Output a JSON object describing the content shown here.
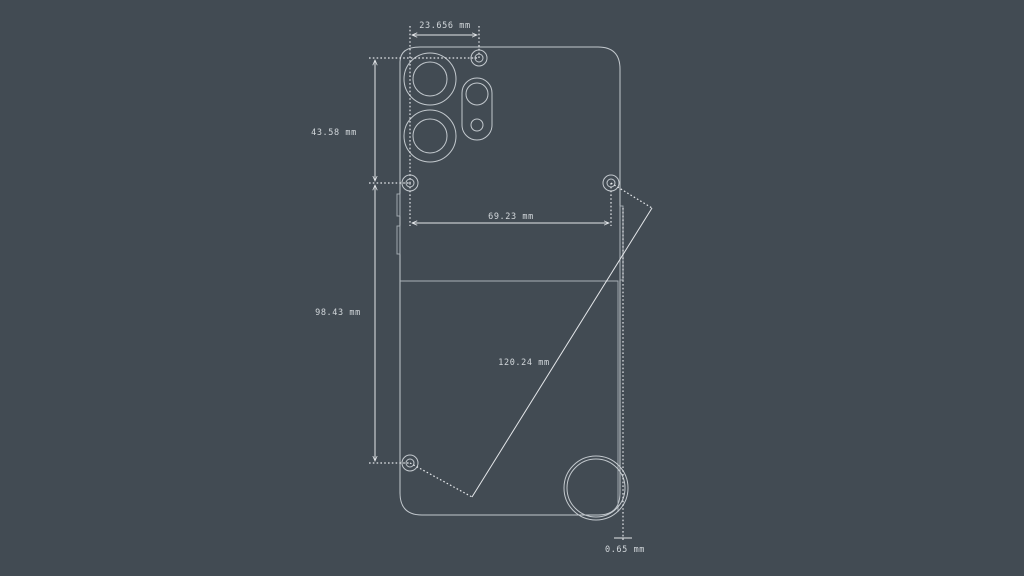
{
  "colors": {
    "background": "#424b53",
    "line": "#c3c9ce",
    "dimension": "#e4e7ea"
  },
  "dimensions": {
    "top_width": "23.656 mm",
    "left_upper": "43.58 mm",
    "mid_width": "69.23 mm",
    "left_lower": "98.43 mm",
    "diagonal": "120.24 mm",
    "bottom_gap": "0.65 mm"
  }
}
